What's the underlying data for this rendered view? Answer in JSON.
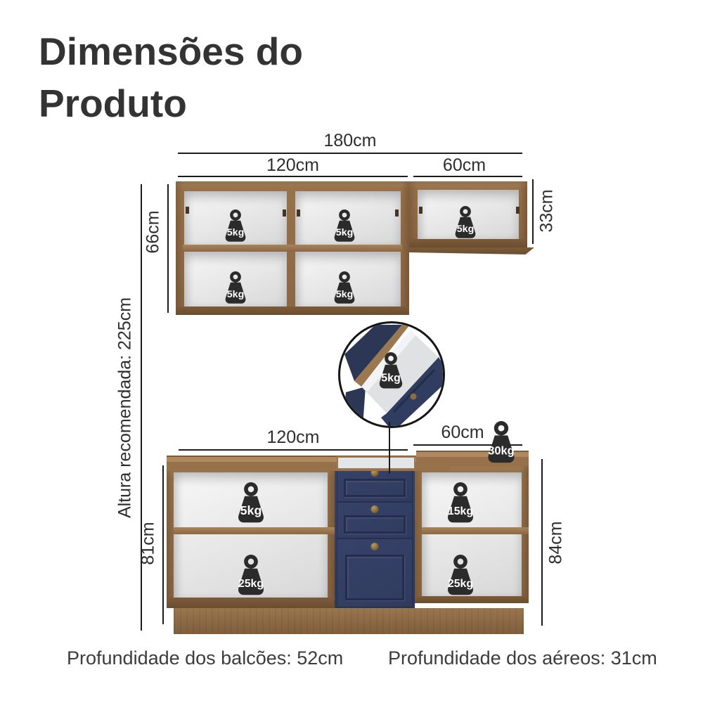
{
  "title_lines": [
    "Dimensões do",
    "Produto"
  ],
  "colors": {
    "wood": "#97724b",
    "wood_mid": "#8a6644",
    "wood_light": "#a8845c",
    "wood_dark": "#6e5233",
    "navy": "#2f3b5e",
    "weight_black": "#2b2b2b",
    "line": "#1c1c1c",
    "text": "#333333"
  },
  "upper_cabinet": {
    "total_width": "180cm",
    "left_width": "120cm",
    "right_width": "60cm",
    "left_height": "66cm",
    "right_height": "33cm",
    "weights_top": [
      "5kg",
      "5kg",
      "5kg"
    ],
    "weights_bottom": [
      "5kg",
      "5kg"
    ]
  },
  "detail_circle": {
    "drawer_weight": "5kg"
  },
  "lower_cabinet": {
    "left_width": "120cm",
    "right_width": "60cm",
    "left_height": "81cm",
    "right_height": "84cm",
    "countertop_weight": "30kg",
    "weights": {
      "left_top": "5kg",
      "left_bottom": "25kg",
      "right_top": "15kg",
      "right_bottom": "25kg"
    }
  },
  "recommended_height": "Altura recomendada: 225cm",
  "footer": {
    "counters_depth": "Profundidade dos balcões: 52cm",
    "wall_units_depth": "Profundidade dos aéreos: 31cm"
  }
}
